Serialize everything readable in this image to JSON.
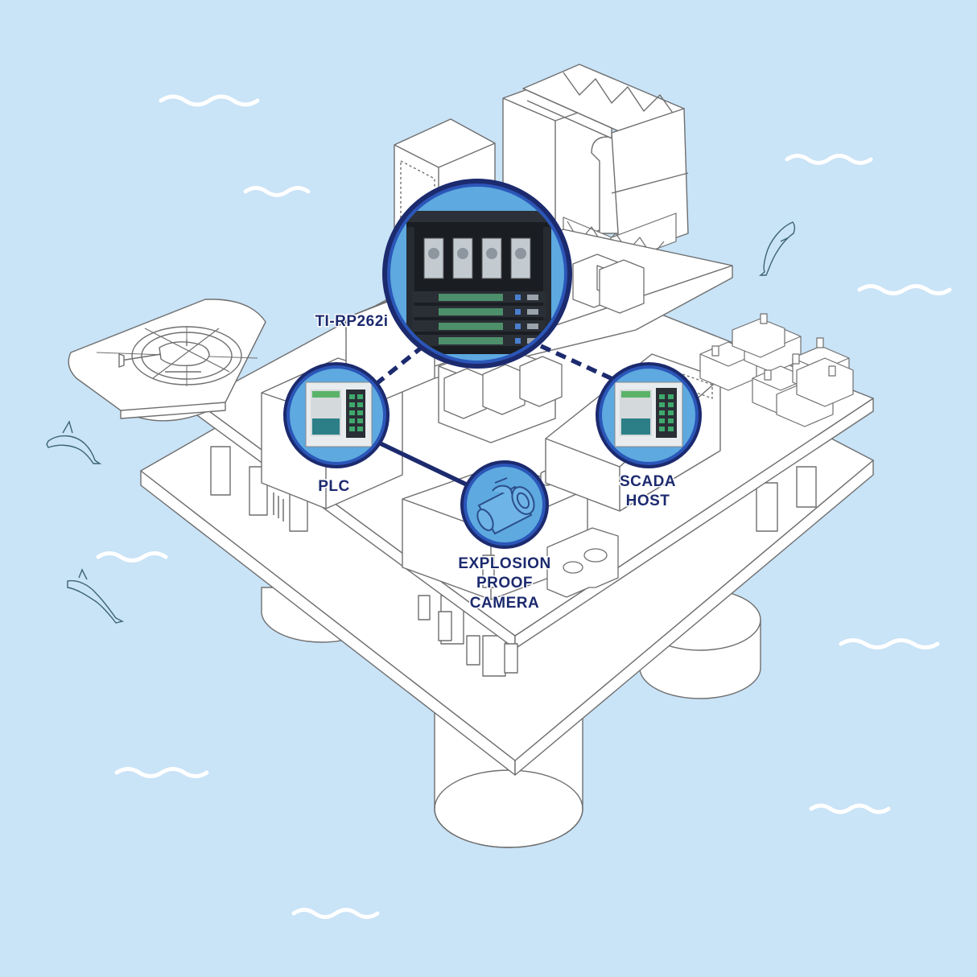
{
  "colors": {
    "water": "#c9e3f7",
    "wave": "#ffffff",
    "outline": "#6f6f6f",
    "structure": "#ffffff",
    "accent_navy": "#1c2a6e",
    "ring_blue": "#2b56b8",
    "ring_fill": "#5da9e0",
    "label": "#1c2a6e",
    "device_dark": "#1a1d22",
    "port_green": "#4d8f6a"
  },
  "labels": {
    "rack": "TI-RP262i",
    "plc": "PLC",
    "scada_line1": "SCADA",
    "scada_line2": "HOST",
    "camera_line1": "EXPLOSION",
    "camera_line2": "PROOF",
    "camera_line3": "CAMERA"
  },
  "icons": {
    "rack": "network-rack-icon",
    "plc": "din-rail-switch-icon",
    "scada": "din-rail-switch-icon",
    "camera": "explosion-proof-camera-icon",
    "helicopter": "helicopter-icon",
    "dolphin": "dolphin-icon"
  }
}
